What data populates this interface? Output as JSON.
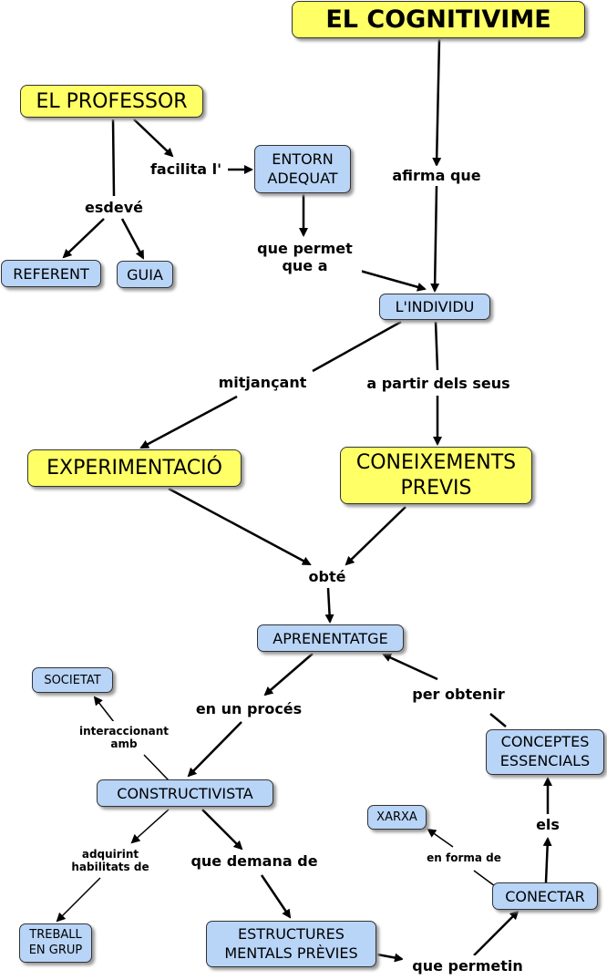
{
  "colors": {
    "concept_main": "#ffff66",
    "concept_sub": "#b8d4f7",
    "line": "#000000"
  },
  "concepts": {
    "cognitivisme": "EL COGNITIVIME",
    "professor": "EL PROFESSOR",
    "entorn": "ENTORN\nADEQUAT",
    "referent": "REFERENT",
    "guia": "GUIA",
    "individu": "L'INDIVIDU",
    "experimentacio": "EXPERIMENTACIÓ",
    "coneixements": "CONEIXEMENTS\nPREVIS",
    "aprenentatge": "APRENENTATGE",
    "societat": "SOCIETAT",
    "constructivista": "CONSTRUCTIVISTA",
    "conceptes": "CONCEPTES\nESSENCIALS",
    "xarxa": "XARXA",
    "conectar": "CONECTAR",
    "treball": "TREBALL\nEN GRUP",
    "estructures": "ESTRUCTURES\nMENTALS PRÈVIES"
  },
  "links": {
    "facilita": "facilita l'",
    "esdeve": "esdevé",
    "afirma": "afirma que",
    "permet": "que permet\nque a",
    "mitjancant": "mitjançant",
    "apartir": "a partir dels seus",
    "obte": "obté",
    "proces": "en un procés",
    "perobtenir": "per obtenir",
    "interaccionant": "interaccionant\namb",
    "els": "els",
    "enforma": "en forma de",
    "adquirint": "adquirint\nhabilitats de",
    "demana": "que demana de",
    "permetin": "que permetin"
  }
}
